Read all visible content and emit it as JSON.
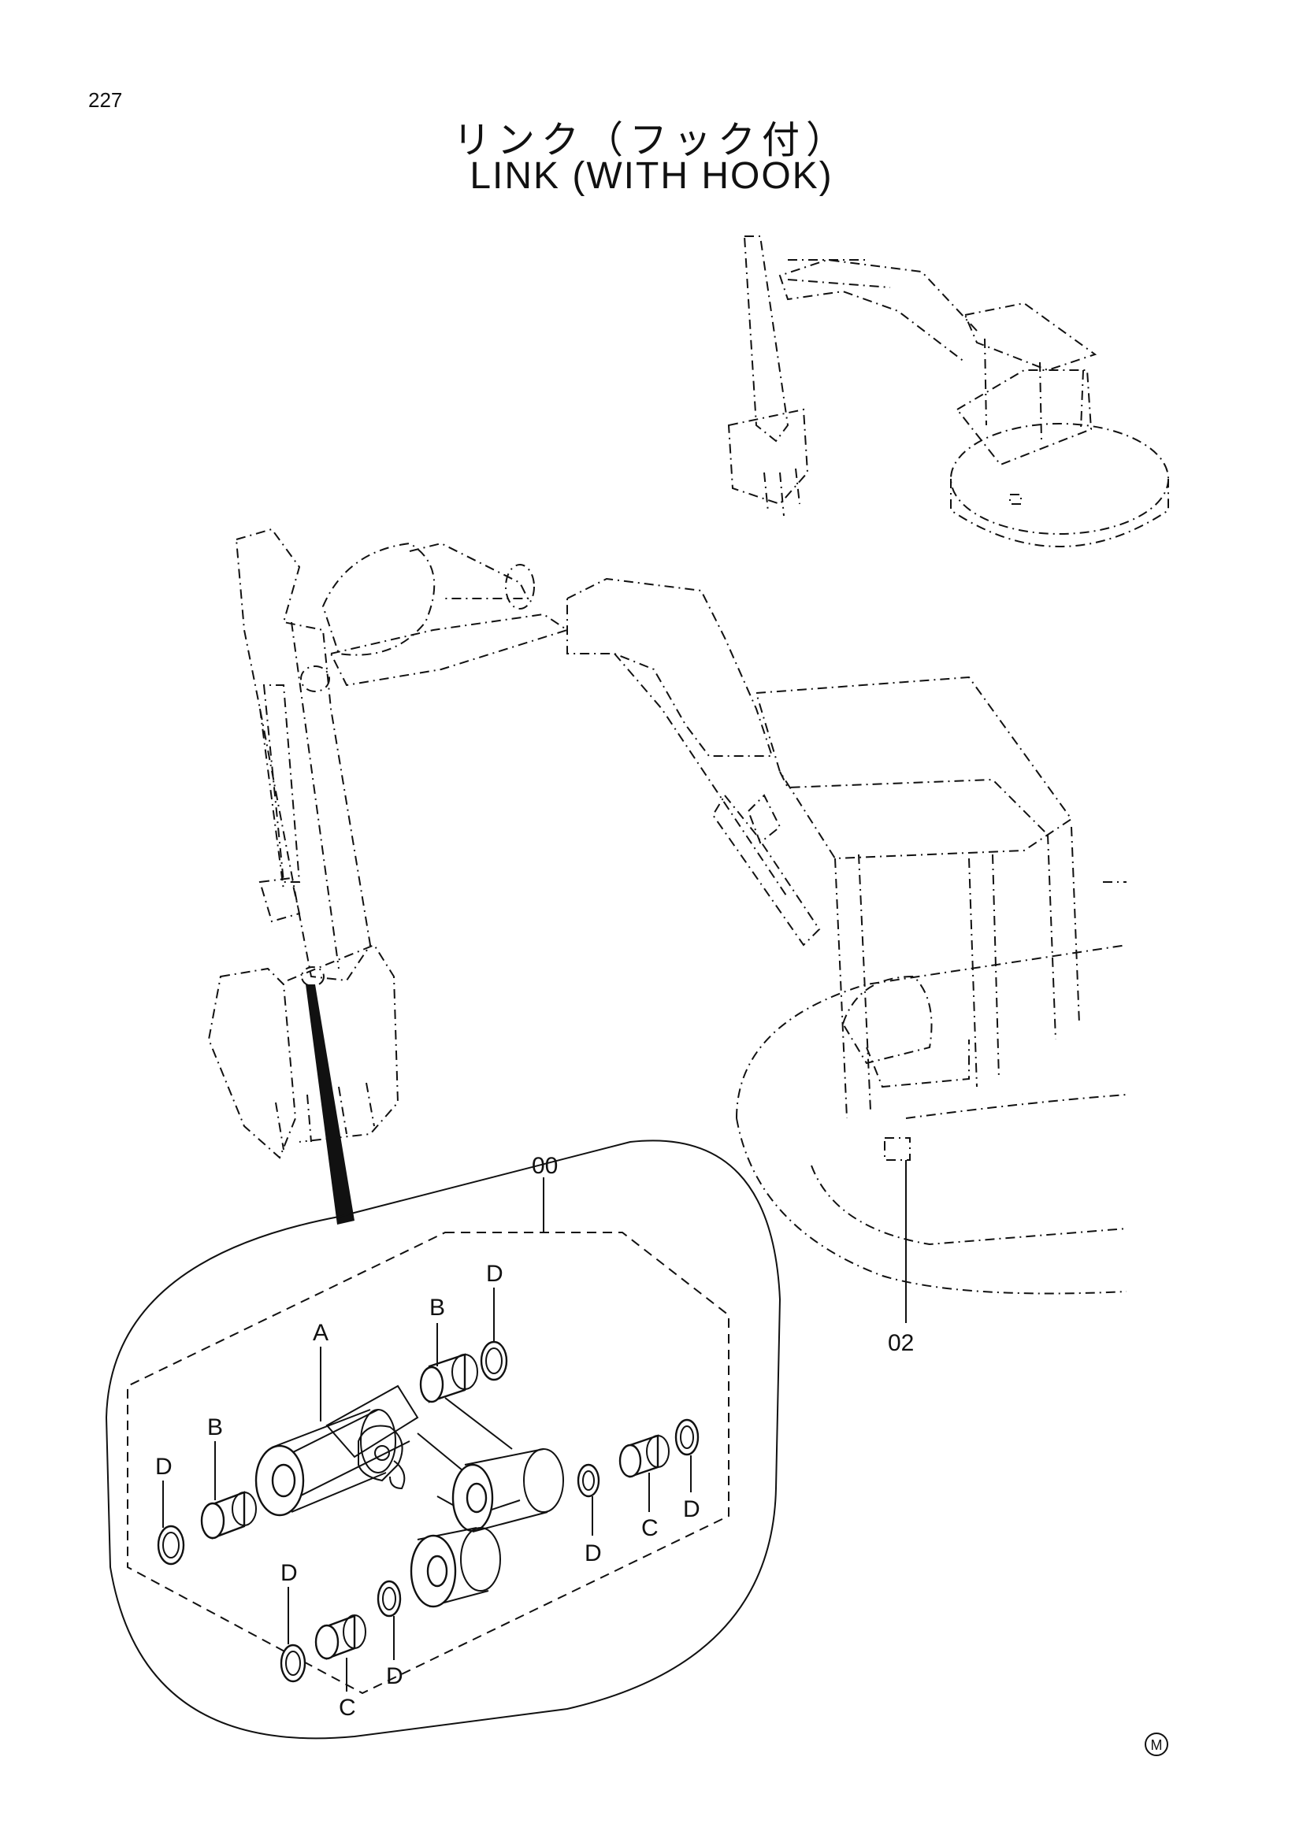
{
  "page": {
    "number": "227",
    "mark": "M"
  },
  "title": {
    "japanese": "リンク（フック付）",
    "english": "LINK (WITH HOOK)"
  },
  "callouts": {
    "assembly": "00",
    "plate": "02",
    "link": "A",
    "bushing_b": "B",
    "bushing_c": "C",
    "seal_d": "D"
  }
}
